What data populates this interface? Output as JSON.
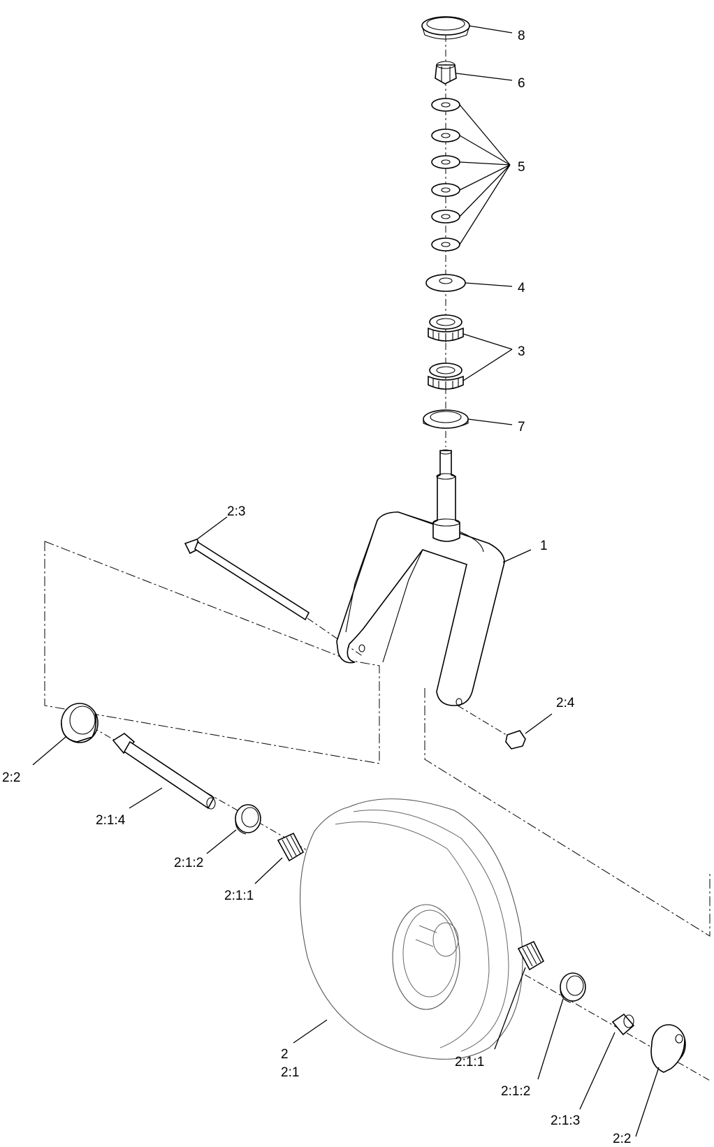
{
  "callouts": {
    "c8": "8",
    "c6": "6",
    "c5": "5",
    "c4": "4",
    "c3": "3",
    "c7": "7",
    "c1": "1",
    "c2_3": "2:3",
    "c2_4": "2:4",
    "c2_2_left": "2:2",
    "c2_1_4": "2:1:4",
    "c2_1_2_left": "2:1:2",
    "c2_1_1_left": "2:1:1",
    "c2": "2",
    "c2_1": "2:1",
    "c2_1_1_right": "2:1:1",
    "c2_1_2_right": "2:1:2",
    "c2_1_3": "2:1:3",
    "c2_2_right": "2:2"
  }
}
